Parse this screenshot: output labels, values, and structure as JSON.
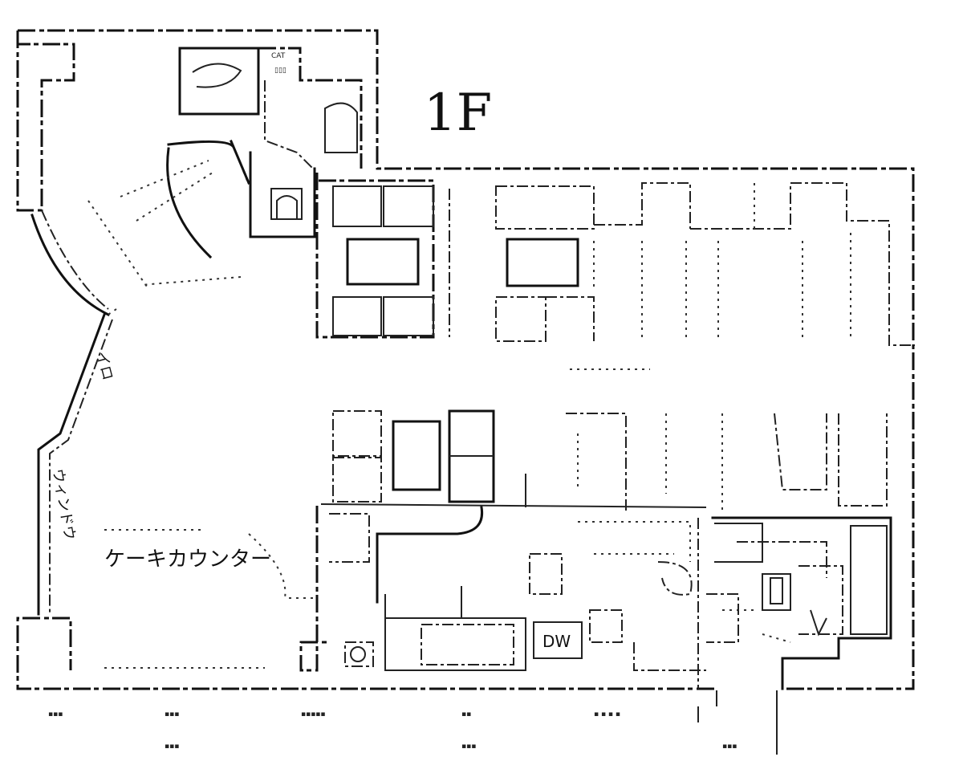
{
  "floor_label": "1F",
  "labels": {
    "kitchen_counter": "ケーキカウンター",
    "left_wall_note": "ウィンドウ",
    "arch_note_1": "イロ",
    "dishwasher": "DW",
    "corner_tag": "CAT"
  },
  "icons": {
    "toilet": "toilet-icon",
    "sink": "sink-icon"
  }
}
